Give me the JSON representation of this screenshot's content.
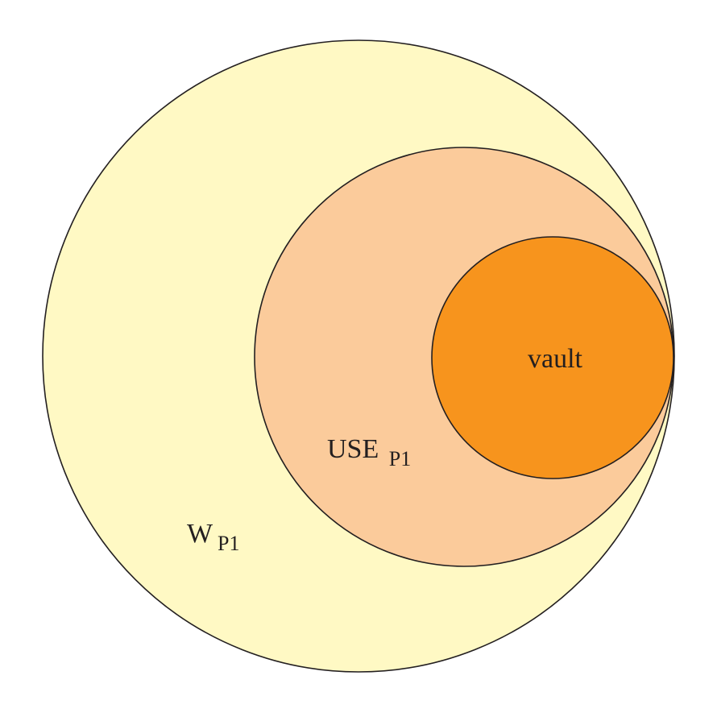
{
  "diagram": {
    "outer_set": {
      "name": "W",
      "subscript": "P1",
      "fill": "#fff9c4"
    },
    "middle_set": {
      "name": "USE",
      "subscript": "P1",
      "fill": "#fbcb9b"
    },
    "inner_set": {
      "name": "vault",
      "fill": "#f7941d"
    },
    "stroke_color": "#231f20"
  }
}
